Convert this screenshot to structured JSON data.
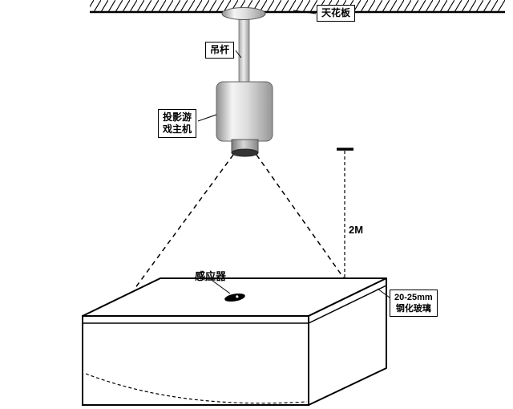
{
  "diagram_title": "ceiling-mounted-projection-game-setup",
  "labels": {
    "ceiling": "天花板",
    "rod": "吊杆",
    "projector": [
      "投影游",
      "戏主机"
    ],
    "sensor": "感应器",
    "glass": [
      "20-25mm",
      "钢化玻璃"
    ],
    "dimension": "2M"
  },
  "colors": {
    "background": "#ffffff",
    "line": "#000000",
    "metal_dark": "#8f8f8f",
    "metal_mid": "#dcdcdc",
    "metal_light": "#f4f4f4",
    "lens_dark": "#333333"
  }
}
